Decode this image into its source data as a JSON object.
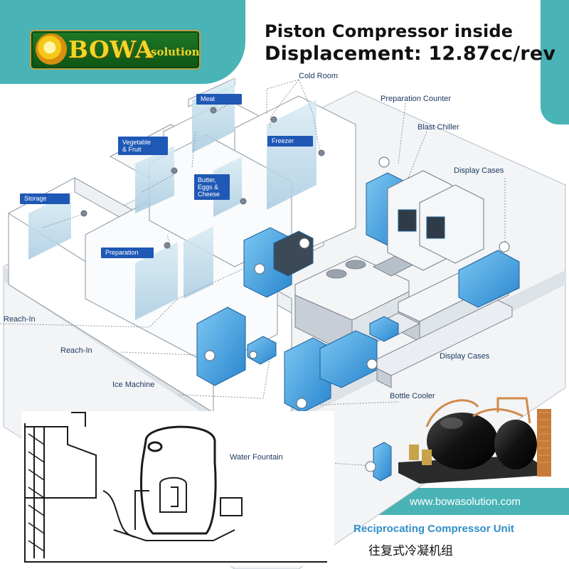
{
  "header": {
    "brand_main": "BOWA",
    "brand_suffix": "solution",
    "headline_line1": "Piston Compressor inside",
    "headline_line2": "Displacement: 12.87cc/rev"
  },
  "rooms": {
    "cold_room": "Cold Room",
    "meat": "Meat",
    "freezer": "Freezer",
    "vegetable_fruit_line1": "Vegetable",
    "vegetable_fruit_line2": "& Fruit",
    "butter_line1": "Butter,",
    "butter_line2": "Eggs &",
    "butter_line3": "Cheese",
    "storage": "Storage",
    "preparation": "Preparation"
  },
  "callouts": {
    "preparation_counter": "Preparation Counter",
    "blast_chiller": "Blast Chiller",
    "display_cases_top": "Display Cases",
    "reach_in_1": "Reach-In",
    "reach_in_2": "Reach-In",
    "ice_machine": "Ice Machine",
    "display_cases_bottom": "Display Cases",
    "bottle_cooler": "Bottle Cooler",
    "water_fountain": "Water Fountain"
  },
  "footer": {
    "website": "www.bowasolution.com",
    "product_en": "Reciprocating Compressor Unit",
    "product_cn": "往复式冷凝机组"
  },
  "colors": {
    "teal": "#4ab3b5",
    "tag_blue": "#1f58b5",
    "equipment_blue": "#3a9ee0",
    "brand_green": "#1f7a26",
    "brand_gold": "#f3d428"
  }
}
